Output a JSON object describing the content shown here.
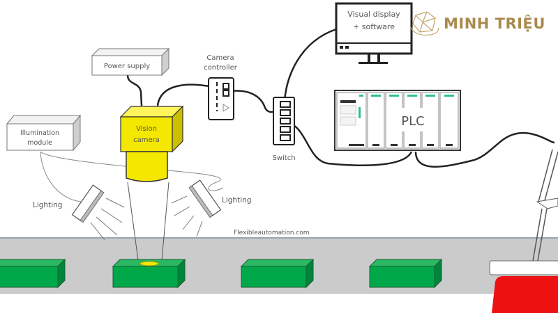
{
  "logo": {
    "text": "MINH TRIỆU",
    "color": "#a98a4e"
  },
  "watermark": "Flexibleautomation.com",
  "components": {
    "display": {
      "line1": "Visual display",
      "line2": "+ software"
    },
    "power_supply": "Power supply",
    "camera_controller": {
      "line1": "Camera",
      "line2": "controller"
    },
    "switch": "Switch",
    "plc": "PLC",
    "illumination": {
      "line1": "Illumination",
      "line2": "module"
    },
    "vision_camera": {
      "line1": "Vision",
      "line2": "camera"
    },
    "lighting_left": "Lighting",
    "lighting_right": "Lighting"
  },
  "colors": {
    "camera": "#f5e800",
    "product": "#00a84a",
    "reject": "#ee1111",
    "conveyor": "#cbcbcb",
    "plc_led": "#2fbf8f"
  },
  "conveyor": {
    "products": 4,
    "inspected_product_index": 1
  }
}
